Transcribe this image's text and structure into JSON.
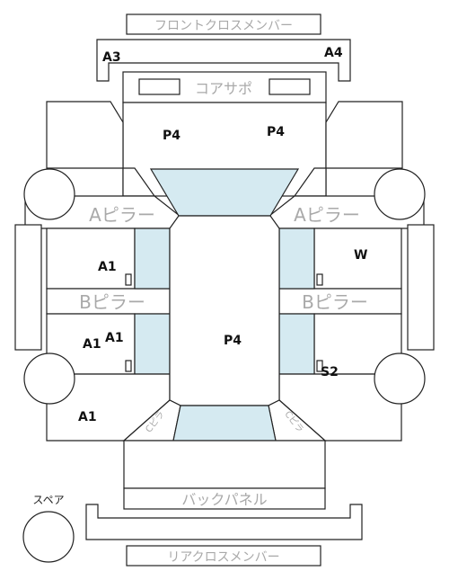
{
  "panels": {
    "front_cross_member": "フロントクロスメンバー",
    "core_support": "コアサポ",
    "a_pillar_left": "Aピラー",
    "a_pillar_right": "Aピラー",
    "b_pillar_left": "Bピラー",
    "b_pillar_right": "Bピラー",
    "back_panel": "バックパネル",
    "rear_cross_member": "リアクロスメンバー",
    "pillar_c_left": "Cピラ",
    "pillar_c_right": "Cピラ",
    "spare": "スペア"
  },
  "codes": {
    "a3": "A3",
    "a4": "A4",
    "hood_left": "P4",
    "hood_right": "P4",
    "front_door_left": "A1",
    "front_door_right": "W",
    "rear_door_left_1": "A1",
    "rear_door_left_2": "A1",
    "roof": "P4",
    "rear_door_right": "S2",
    "rear_fender_left": "A1"
  }
}
